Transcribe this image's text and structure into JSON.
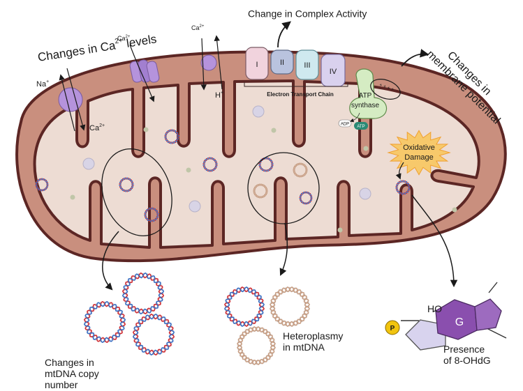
{
  "labels": {
    "ca_title": "Changes in Ca",
    "ca_title_sup": "2+",
    "ca_title_tail": " levels",
    "complex_title": "Change in Complex Activity",
    "membrane_line1": "Changes in",
    "membrane_line2": "membrane potential",
    "na": "Na",
    "plus": "+",
    "ca": "Ca",
    "ca2": "2+",
    "h": "H",
    "etc": "Electron Transport Chain",
    "complexes": [
      "I",
      "II",
      "III",
      "IV"
    ],
    "atp_synthase_1": "ATP",
    "atp_synthase_2": "synthase",
    "adp": "ADP",
    "atp": "ATP",
    "oxidative_1": "Oxidative",
    "oxidative_2": "Damage",
    "charges": "+ + + +",
    "copy_number": [
      "Changes in",
      "mtDNA copy",
      "number"
    ],
    "heteroplasmy": [
      "Heteroplasmy",
      "in mtDNA"
    ],
    "ohdg_caption": [
      "Presence",
      "of 8-OHdG"
    ],
    "ho": "HO",
    "g": "G",
    "p": "P"
  },
  "colors": {
    "outer_membrane": "#c98f7e",
    "membrane_line": "#5c2624",
    "matrix": "#eddcd3",
    "complex_I": "#f1d3dd",
    "complex_II": "#b9c3de",
    "complex_III": "#cfe9ef",
    "complex_IV": "#d9d1ee",
    "atp_synthase": "#d5ecc3",
    "channel": "#b593dc",
    "dna_red": "#d02e35",
    "dna_blue": "#3a6ec2",
    "dna_tan": "#c89f85",
    "hexagon": "#8a4fae",
    "pentagon": "#d8d3ee",
    "phosphate": "#f1c40f",
    "oxidative_burst": "#f7c96b"
  },
  "icons": [
    "calcium-channel-icon",
    "dna-ring-icon",
    "phosphate-icon",
    "oxidative-burst-icon",
    "arrow-icon"
  ]
}
